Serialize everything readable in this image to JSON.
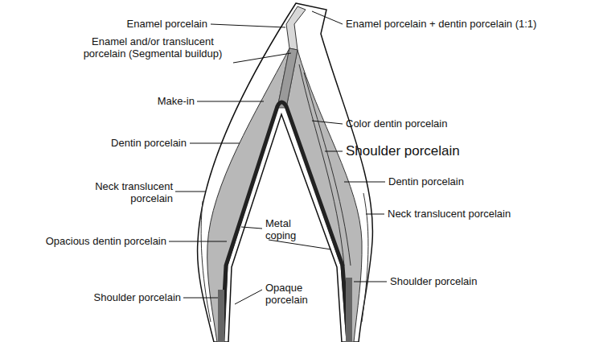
{
  "diagram": {
    "labels": [
      "Enamel porcelain",
      "Enamel porcelain + dentin porcelain (1:1)",
      "Enamel and/or translucent porcelain (Segmental buildup)",
      "Make-in",
      "Color dentin porcelain",
      "Shoulder porcelain",
      "Dentin porcelain",
      "Dentin porcelain",
      "Neck translucent porcelain",
      "Neck translucent porcelain",
      "Metal coping",
      "Opacious dentin porcelain",
      "Shoulder porcelain",
      "Shoulder porcelain",
      "Opaque porcelain"
    ]
  }
}
